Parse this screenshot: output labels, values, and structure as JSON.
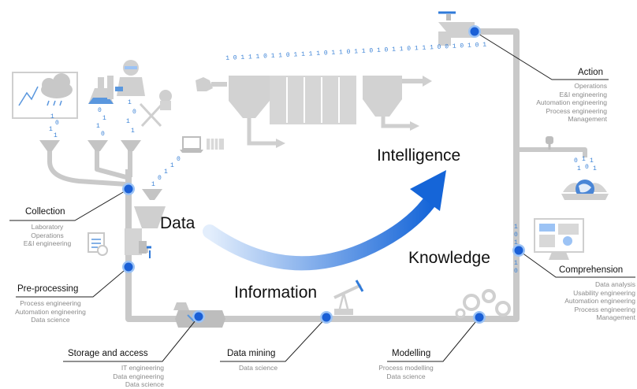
{
  "main_labels": {
    "data": "Data",
    "information": "Information",
    "knowledge": "Knowledge",
    "intelligence": "Intelligence"
  },
  "stages": {
    "collection": {
      "title": "Collection",
      "roles": [
        "Laboratory",
        "Operations",
        "E&I engineering"
      ]
    },
    "preprocessing": {
      "title": "Pre-processing",
      "roles": [
        "Process engineering",
        "Automation engineering",
        "Data science"
      ]
    },
    "storage": {
      "title": "Storage and access",
      "roles": [
        "IT engineering",
        "Data engineering",
        "Data science"
      ]
    },
    "datamining": {
      "title": "Data mining",
      "roles": [
        "Data science"
      ]
    },
    "modelling": {
      "title": "Modelling",
      "roles": [
        "Process modelling",
        "Data science"
      ]
    },
    "comprehension": {
      "title": "Comprehension",
      "roles": [
        "Data analysis",
        "Usability engineering",
        "Automation engineering",
        "Process engineering",
        "Management"
      ]
    },
    "action": {
      "title": "Action",
      "roles": [
        "Operations",
        "E&I engineering",
        "Automation engineering",
        "Process engineering",
        "Management"
      ]
    }
  },
  "binary_stream": "1 0 1 1 1 0 1 1 0 1 1 1 1 0 1 1 0 1 1 0 1 0 1 1 0 1 1 1 0 0 1 0 1 0 1",
  "colors": {
    "pipe": "#c9c9c9",
    "equipment": "#cfcfcf",
    "node": "#1a5fd6",
    "node_ring": "#9cc3f5",
    "binary": "#3b82d6",
    "arrow_start": "#dbe9fb",
    "arrow_end": "#1565d8",
    "leader": "#222222"
  },
  "icons": [
    "weather-monitor-icon",
    "lab-flask-icon",
    "microscope-icon",
    "robot-arm-icon",
    "laptop-icon",
    "filter-press-icon",
    "faucet-icon",
    "water-tap-icon",
    "globe-hands-icon",
    "dashboard-monitor-icon",
    "clipboard-icon",
    "oil-pump-icon",
    "gears-icon",
    "mixer-tank-icon"
  ]
}
